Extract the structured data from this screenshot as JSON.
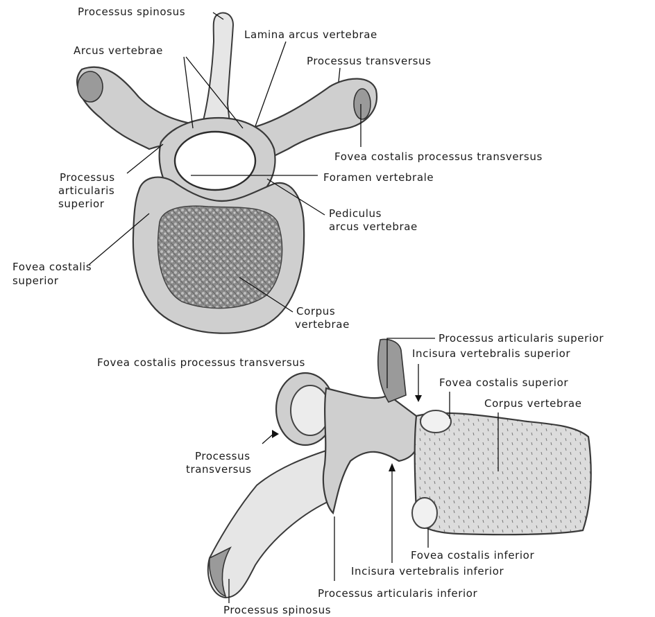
{
  "top_view": {
    "labels": {
      "processus_spinosus": "Processus spinosus",
      "lamina_arcus_vertebrae": "Lamina arcus vertebrae",
      "arcus_vertebrae": "Arcus vertebrae",
      "processus_transversus": "Processus transversus",
      "fovea_costalis_processus_transversus": "Fovea costalis processus transversus",
      "foramen_vertebrale": "Foramen vertebrale",
      "processus_articularis_superior_l1": "Processus",
      "processus_articularis_superior_l2": "articularis",
      "processus_articularis_superior_l3": "superior",
      "pediculus_l1": "Pediculus",
      "pediculus_l2": "arcus vertebrae",
      "fovea_costalis_superior_l1": "Fovea costalis",
      "fovea_costalis_superior_l2": "superior",
      "corpus_vertebrae_l1": "Corpus",
      "corpus_vertebrae_l2": "vertebrae"
    }
  },
  "side_view": {
    "labels": {
      "processus_articularis_superior": "Processus articularis  superior",
      "incisura_vertebralis_superior": "Incisura vertebralis superior",
      "fovea_costalis_processus_transversus": "Fovea costalis processus transversus",
      "fovea_costalis_superior": "Fovea costalis superior",
      "corpus_vertebrae": "Corpus vertebrae",
      "processus_transversus_l1": "Processus",
      "processus_transversus_l2": "transversus",
      "fovea_costalis_inferior": "Fovea costalis inferior",
      "incisura_vertebralis_inferior": "Incisura vertebralis inferior",
      "processus_articularis_inferior": "Processus articularis inferior",
      "processus_spinosus": "Processus spinosus"
    }
  },
  "colors": {
    "bone": "#cfcfcf",
    "bone_light": "#e6e6e6",
    "outline": "#3a3a3a",
    "text": "#1a1a1a"
  }
}
